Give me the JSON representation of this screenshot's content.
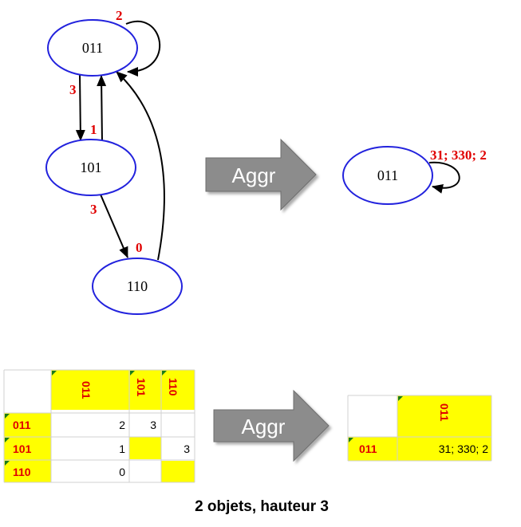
{
  "graph_left": {
    "nodes": [
      "011",
      "101",
      "110"
    ],
    "edges": [
      {
        "from": "011",
        "to": "011",
        "label": "2"
      },
      {
        "from": "011",
        "to": "101",
        "label": "3"
      },
      {
        "from": "101",
        "to": "011",
        "label": "1"
      },
      {
        "from": "101",
        "to": "110",
        "label": "3"
      },
      {
        "from": "110",
        "to": "011",
        "label": "0"
      }
    ]
  },
  "graph_right": {
    "nodes": [
      "011"
    ],
    "edges": [
      {
        "from": "011",
        "to": "011",
        "label": "31; 330; 2"
      }
    ]
  },
  "arrows": {
    "top_label": "Aggr",
    "bottom_label": "Aggr"
  },
  "table_left": {
    "col_headers": [
      "011",
      "101",
      "110"
    ],
    "row_headers": [
      "011",
      "101",
      "110"
    ],
    "cells": [
      [
        "2",
        "3",
        ""
      ],
      [
        "1",
        "",
        "3"
      ],
      [
        "0",
        "",
        ""
      ]
    ]
  },
  "table_right": {
    "col_headers": [
      "011"
    ],
    "row_headers": [
      "011"
    ],
    "cells": [
      [
        "31; 330; 2"
      ]
    ]
  },
  "caption": "2 objets, hauteur 3",
  "colors": {
    "node_stroke": "#2222dd",
    "label": "#e00000",
    "highlight": "#ffff00",
    "arrow_fill": "#8c8c8c"
  }
}
